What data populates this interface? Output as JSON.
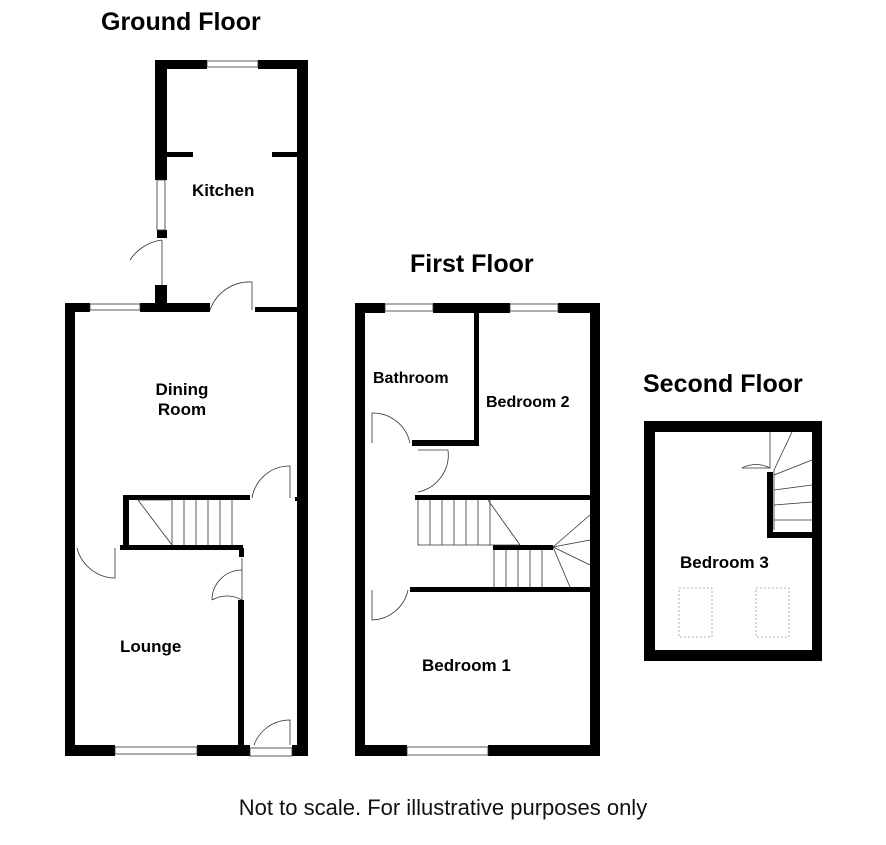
{
  "floors": {
    "ground": {
      "title": "Ground Floor",
      "rooms": {
        "kitchen": "Kitchen",
        "dining_line1": "Dining",
        "dining_line2": "Room",
        "lounge": "Lounge"
      }
    },
    "first": {
      "title": "First Floor",
      "rooms": {
        "bathroom": "Bathroom",
        "bedroom2": "Bedroom 2",
        "bedroom1": "Bedroom 1"
      }
    },
    "second": {
      "title": "Second Floor",
      "rooms": {
        "bedroom3": "Bedroom 3"
      }
    }
  },
  "footer": "Not to scale. For illustrative purposes only",
  "colors": {
    "wall": "#000000",
    "background": "#ffffff",
    "fixture": "#888888"
  }
}
